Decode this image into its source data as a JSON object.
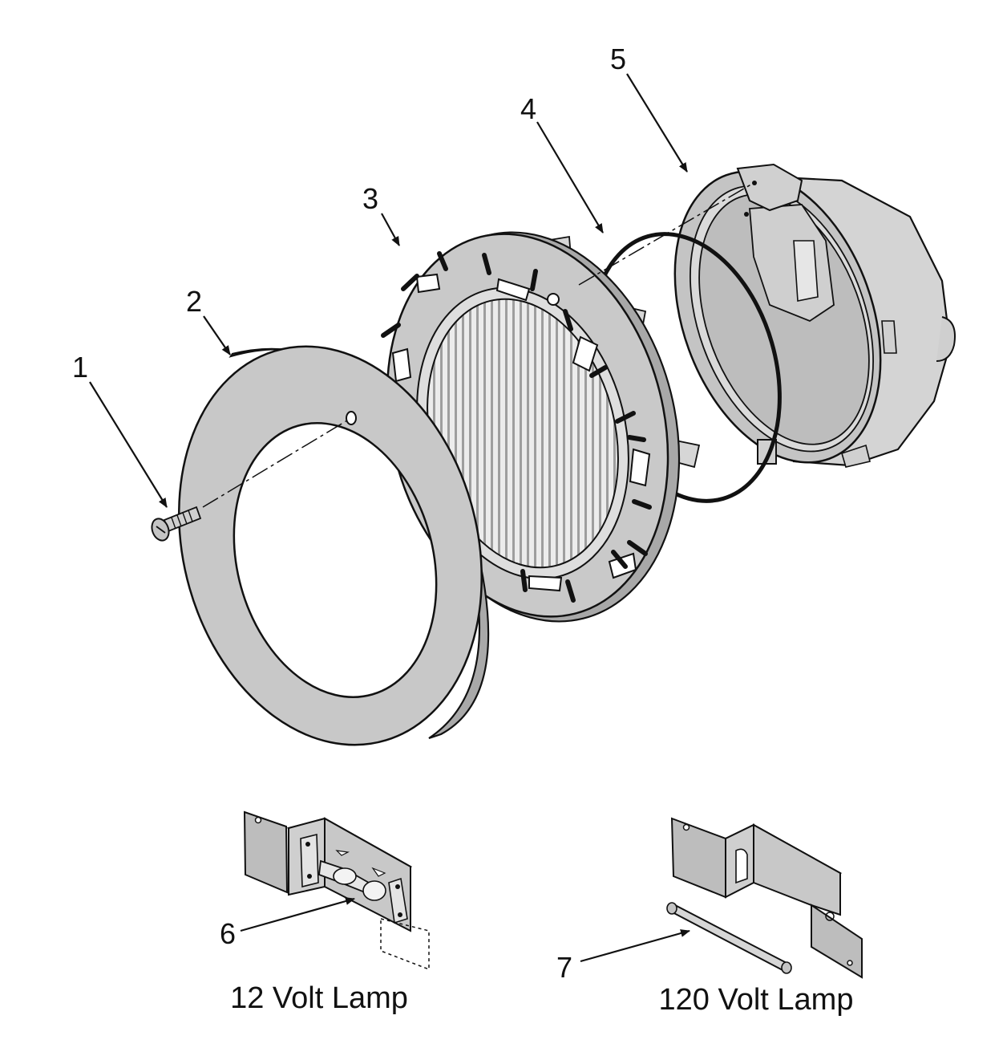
{
  "callouts": [
    "1",
    "2",
    "3",
    "4",
    "5",
    "6",
    "7"
  ],
  "captions": {
    "lamp_12v": "12 Volt Lamp",
    "lamp_120v": "120 Volt Lamp"
  },
  "colors": {
    "part_fill": "#c8c8c8",
    "part_dark": "#a9a9a9",
    "outline": "#111111",
    "background": "#ffffff"
  }
}
